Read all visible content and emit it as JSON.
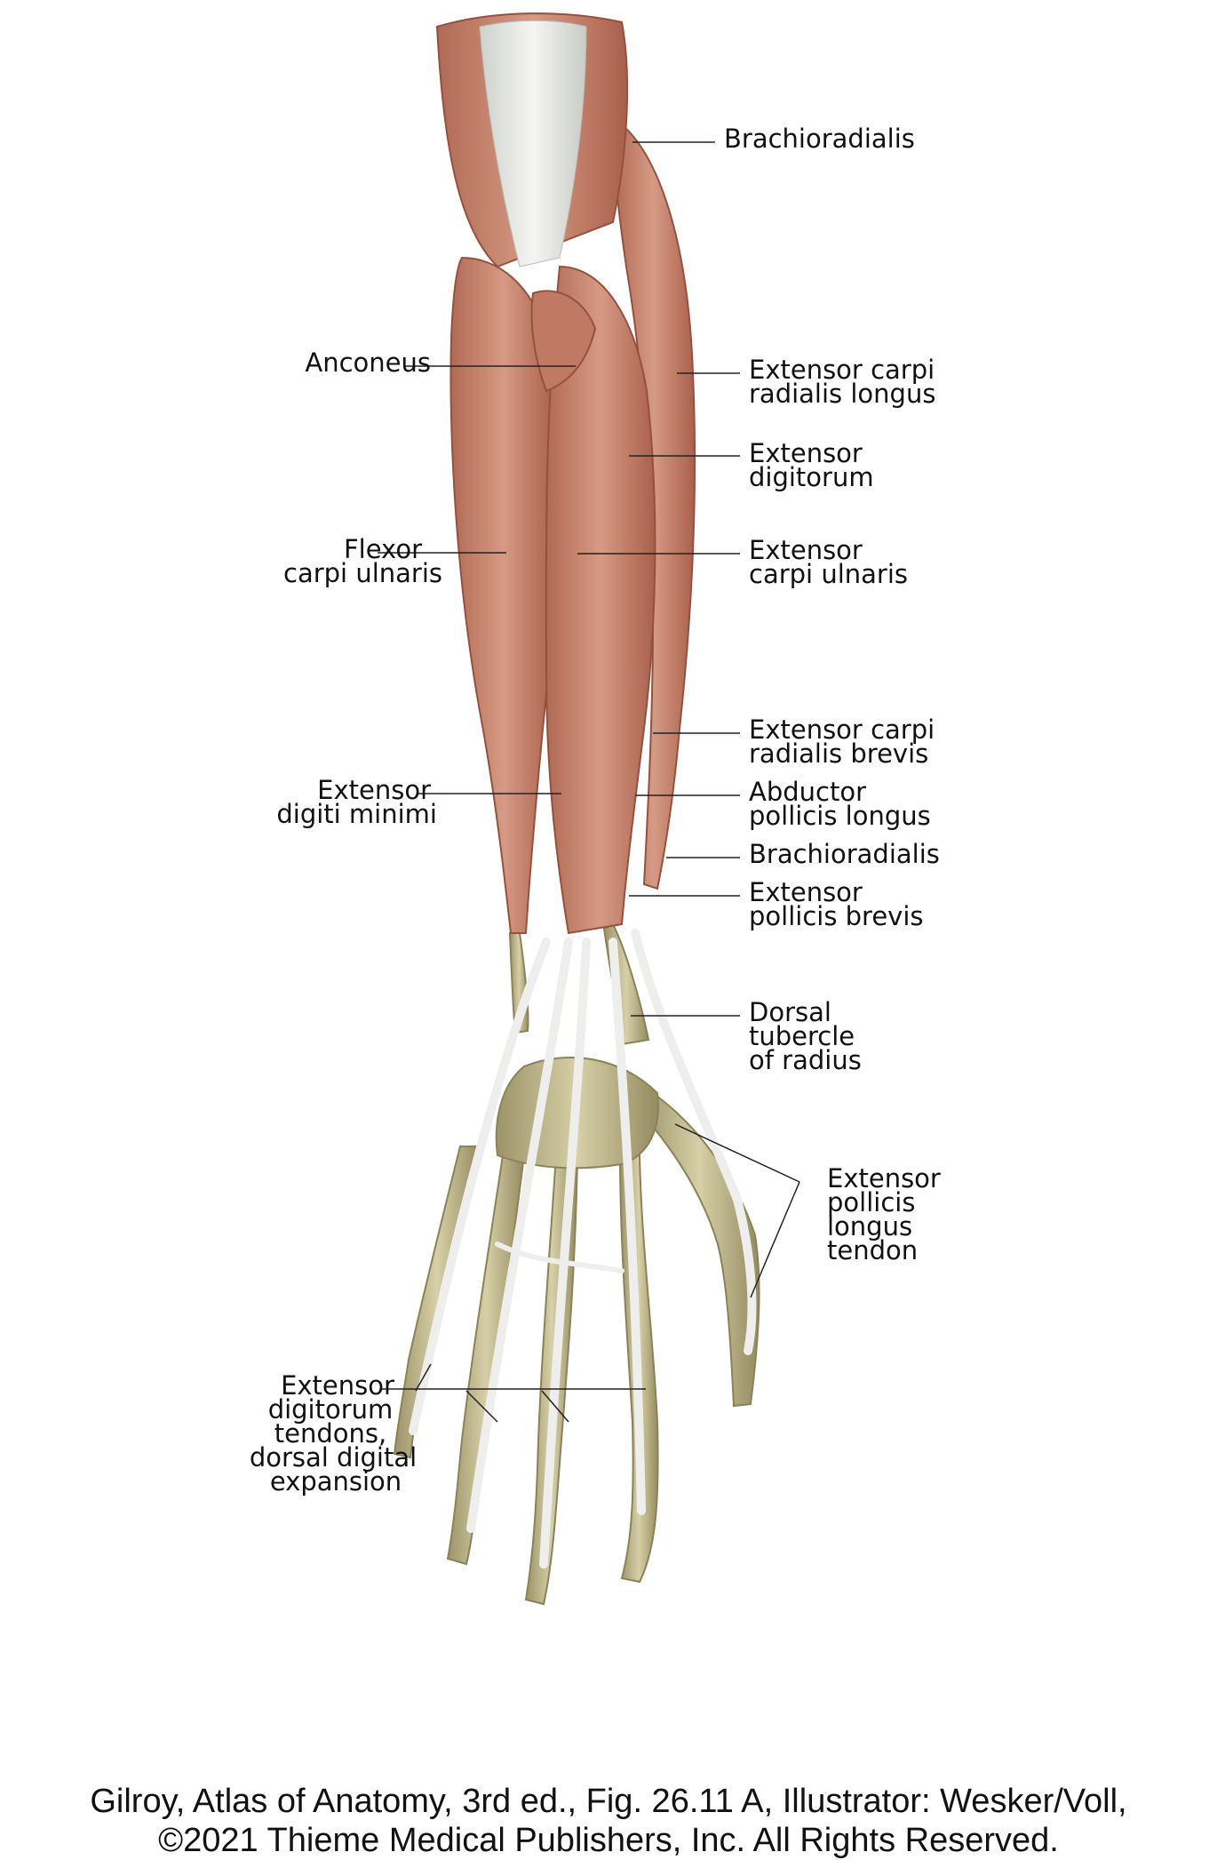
{
  "labels": {
    "brachioradialis_top": "Brachioradialis",
    "ecrl_1": "Extensor carpi",
    "ecrl_2": "radialis longus",
    "ext_dig_1": "Extensor",
    "ext_dig_2": "digitorum",
    "ecu_1": "Extensor",
    "ecu_2": "carpi ulnaris",
    "ecrb_1": "Extensor carpi",
    "ecrb_2": "radialis brevis",
    "apl_1": "Abductor",
    "apl_2": "pollicis longus",
    "brachioradialis_low": "Brachioradialis",
    "epb_1": "Extensor",
    "epb_2": "pollicis brevis",
    "dtr_1": "Dorsal",
    "dtr_2": "tubercle",
    "dtr_3": "of radius",
    "epl_1": "Extensor",
    "epl_2": "pollicis",
    "epl_3": "longus",
    "epl_4": "tendon",
    "anconeus": "Anconeus",
    "fcu_1": "Flexor",
    "fcu_2": "carpi ulnaris",
    "edm_1": "Extensor",
    "edm_2": "digiti minimi",
    "edt_1": "Extensor",
    "edt_2": "digitorum",
    "edt_3": "tendons,",
    "edt_4": "dorsal digital",
    "edt_5": "expansion"
  },
  "caption": {
    "line1": "Gilroy, Atlas of Anatomy, 3rd ed., Fig. 26.11 A, Illustrator: Wesker/Voll,",
    "line2": "©2021 Thieme Medical Publishers, Inc. All Rights Reserved."
  },
  "colors": {
    "muscle": "#c98570",
    "muscle_dark": "#a8614e",
    "tendon": "#e7e8e4",
    "bone": "#bdb48a",
    "leader": "#222222"
  }
}
